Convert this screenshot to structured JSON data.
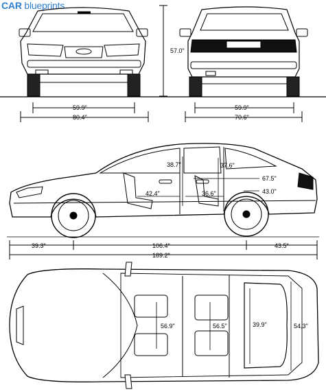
{
  "logo": {
    "brand": "CAR",
    "suffix": " blueprints"
  },
  "dimensions": {
    "front_height": "57.0\"",
    "front_track": "59.9\"",
    "front_width": "80.4\"",
    "rear_track": "59.9\"",
    "rear_width": "70.6\"",
    "headroom_front": "38.7\"",
    "headroom_rear": "37.6\"",
    "trunk_length": "67.5\"",
    "trunk_depth": "43.0\"",
    "legroom_front": "42.4\"",
    "legroom_rear": "36.6\"",
    "front_overhang": "39.3\"",
    "wheelbase": "106.4\"",
    "rear_overhang": "43.5\"",
    "overall_length": "189.2\"",
    "shoulder_front": "56.9\"",
    "shoulder_rear": "56.5\"",
    "trunk_opening": "39.9\"",
    "interior_width": "54.3\""
  }
}
